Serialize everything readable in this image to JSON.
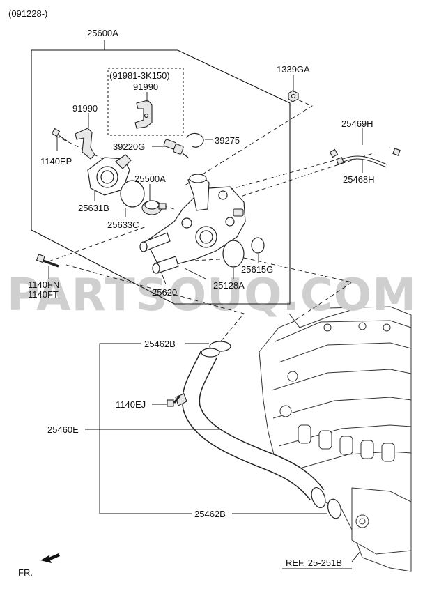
{
  "header": {
    "serial_range": "(091228-)"
  },
  "labels": {
    "assembly": "25600A",
    "option_code": "(91981-3K150)",
    "bracket_option": "91990",
    "bracket": "91990",
    "nut": "1339GA",
    "bolt_ep": "1140EP",
    "sensor": "39220G",
    "clip": "39275",
    "hose_upper": "25469H",
    "hose_lower": "25468H",
    "thermostat": "25500A",
    "housing_cover": "25631B",
    "gasket_cover": "25633C",
    "gasket_small": "25615G",
    "bolt_fn": "1140FN",
    "bolt_ft": "1140FT",
    "gasket_housing": "25128A",
    "housing": "25620",
    "oring_top": "25462B",
    "bolt_ej": "1140EJ",
    "pipe": "25460E",
    "oring_bottom": "25462B",
    "reference": "REF. 25-251B"
  },
  "watermark": "PARTSOUQ.COM",
  "direction": {
    "label": "FR."
  }
}
